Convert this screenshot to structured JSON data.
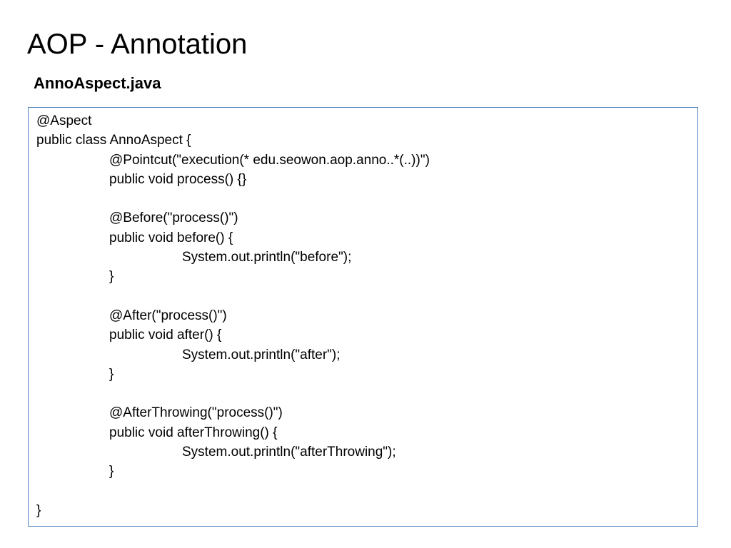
{
  "slide": {
    "title": "AOP - Annotation",
    "file_name": "AnnoAspect.java"
  },
  "code": {
    "lines": [
      {
        "indent": 0,
        "text": "@Aspect"
      },
      {
        "indent": 0,
        "text": "public class AnnoAspect {"
      },
      {
        "indent": 1,
        "text": "@Pointcut(\"execution(* edu.seowon.aop.anno..*(..))\")"
      },
      {
        "indent": 1,
        "text": "public void process() {}"
      },
      {
        "indent": 0,
        "text": ""
      },
      {
        "indent": 1,
        "text": "@Before(\"process()\")"
      },
      {
        "indent": 1,
        "text": "public void before() {"
      },
      {
        "indent": 2,
        "text": "System.out.println(\"before\");"
      },
      {
        "indent": 1,
        "text": "}"
      },
      {
        "indent": 0,
        "text": ""
      },
      {
        "indent": 1,
        "text": "@After(\"process()\")"
      },
      {
        "indent": 1,
        "text": "public void after() {"
      },
      {
        "indent": 2,
        "text": "System.out.println(\"after\");"
      },
      {
        "indent": 1,
        "text": "}"
      },
      {
        "indent": 0,
        "text": ""
      },
      {
        "indent": 1,
        "text": "@AfterThrowing(\"process()\")"
      },
      {
        "indent": 1,
        "text": "public void afterThrowing() {"
      },
      {
        "indent": 2,
        "text": "System.out.println(\"afterThrowing\");"
      },
      {
        "indent": 1,
        "text": "}"
      },
      {
        "indent": 0,
        "text": ""
      },
      {
        "indent": 0,
        "text": "}"
      }
    ]
  }
}
